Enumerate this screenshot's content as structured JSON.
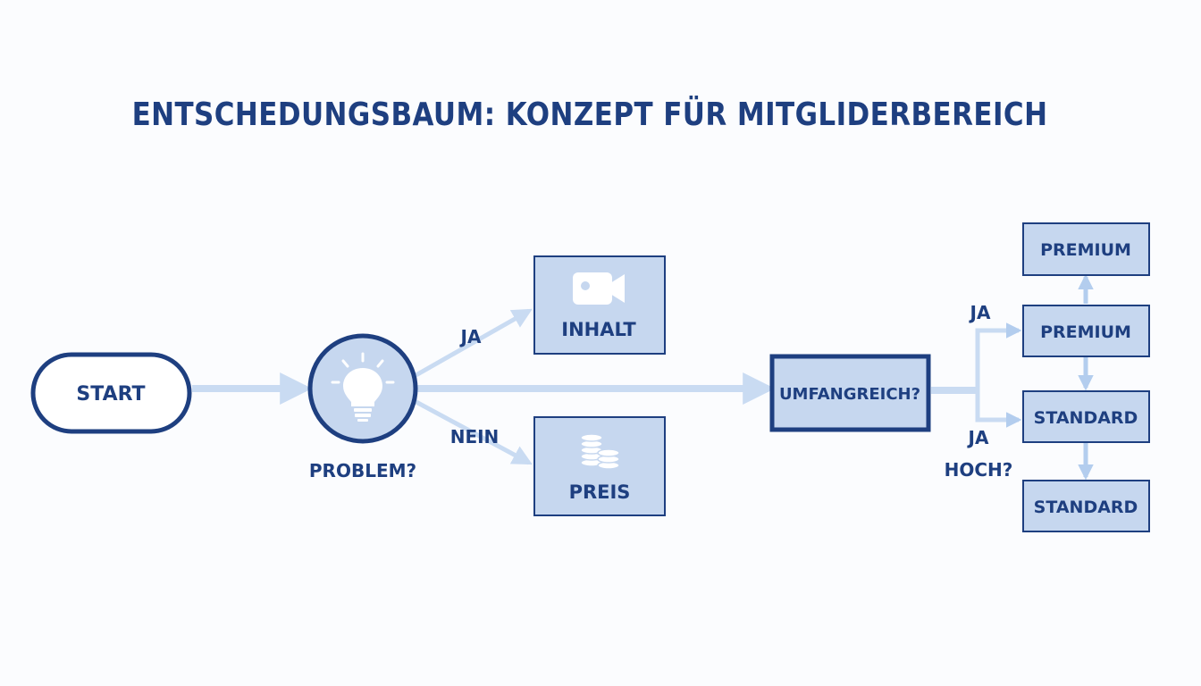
{
  "title": "ENTSCHEDUNGSBAUM: KONZEPT FÜR MITGLIDERBEREICH",
  "nodes": {
    "start": "START",
    "problem": "PROBLEM?",
    "inhalt": "INHALT",
    "preis": "PREIS",
    "umfangreich": "UMFANGREICH?",
    "premium_top": "PREMIUM",
    "premium": "PREMIUM",
    "standard": "STANDARD",
    "standard_bottom": "STANDARD"
  },
  "edge_labels": {
    "ja_inhalt": "JA",
    "nein_preis": "NEIN",
    "ja_premium": "JA",
    "ja_standard": "JA",
    "hoch": "HOCH?"
  },
  "icons": {
    "problem": "lightbulb-icon",
    "inhalt": "video-camera-icon",
    "preis": "coin-stack-icon"
  },
  "colors": {
    "dark_blue": "#1e3f80",
    "box_fill": "#c6d7ef",
    "arrow": "#c9dbf2"
  }
}
